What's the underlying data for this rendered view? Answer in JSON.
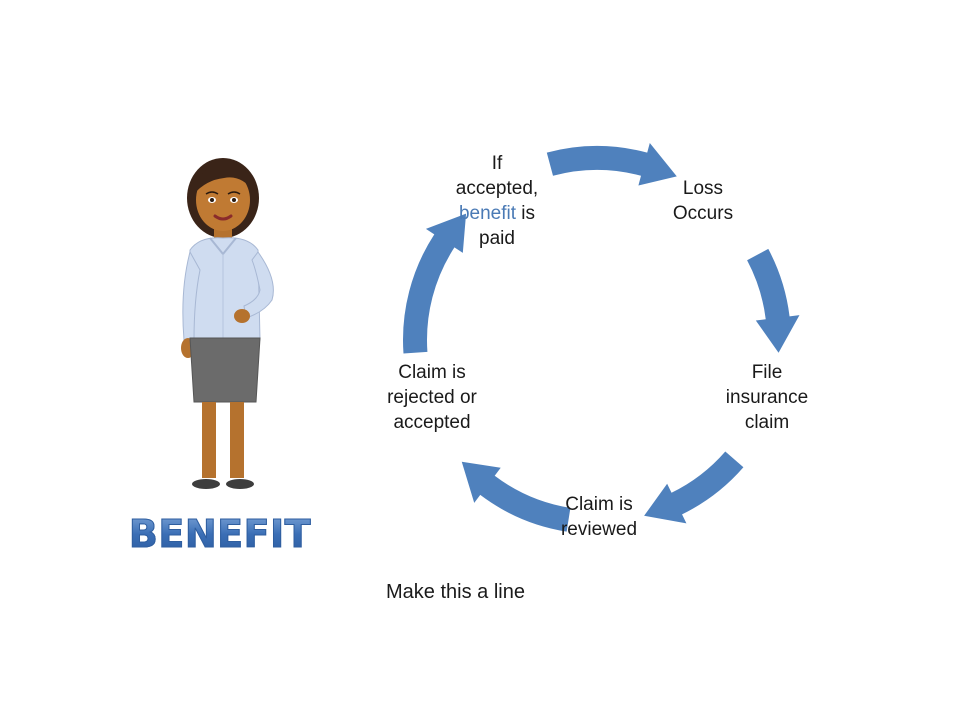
{
  "title": "BENEFIT",
  "cycle": {
    "arrow_color": "#4f81bd",
    "accent_color": "#4a7ab5",
    "steps": {
      "loss": [
        "Loss",
        "Occurs"
      ],
      "file": [
        "File",
        "insurance",
        "claim"
      ],
      "review": [
        "Claim is",
        "reviewed"
      ],
      "decision": [
        "Claim is",
        "rejected or",
        "accepted"
      ],
      "paid": {
        "line1": "If",
        "line2": "accepted,",
        "line3_highlight": "benefit",
        "line3_rest": " is",
        "line4": "paid"
      }
    }
  },
  "note": "Make this a line",
  "character": {
    "icon": "businesswoman-illustration"
  }
}
